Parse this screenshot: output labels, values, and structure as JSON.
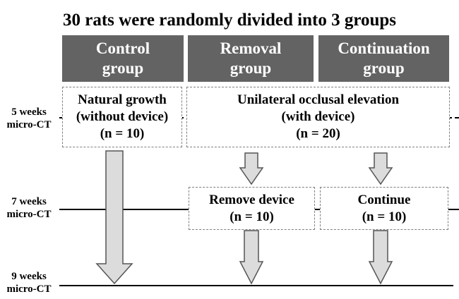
{
  "title": "30 rats were randomly divided into 3 groups",
  "groups": [
    {
      "line1": "Control",
      "line2": "group"
    },
    {
      "line1": "Removal",
      "line2": "group"
    },
    {
      "line1": "Continuation",
      "line2": "group"
    }
  ],
  "boxes": {
    "natural": {
      "line1": "Natural growth",
      "line2": "(without device)",
      "line3": "(n = 10)"
    },
    "elevation": {
      "line1": "Unilateral occlusal elevation",
      "line2": "(with device)",
      "line3": "(n = 20)"
    },
    "remove": {
      "line1": "Remove device",
      "line2": "(n = 10)"
    },
    "continue": {
      "line1": "Continue",
      "line2": "(n = 10)"
    }
  },
  "timepoints": [
    {
      "week": "5 weeks",
      "method": "micro-CT"
    },
    {
      "week": "7 weeks",
      "method": "micro-CT"
    },
    {
      "week": "9 weeks",
      "method": "micro-CT"
    }
  ],
  "colors": {
    "header_fill": "#636363",
    "header_text": "#ffffff",
    "arrow_fill": "#dcdcdc",
    "arrow_stroke": "#555555",
    "box_border": "#808080",
    "line": "#000000"
  }
}
